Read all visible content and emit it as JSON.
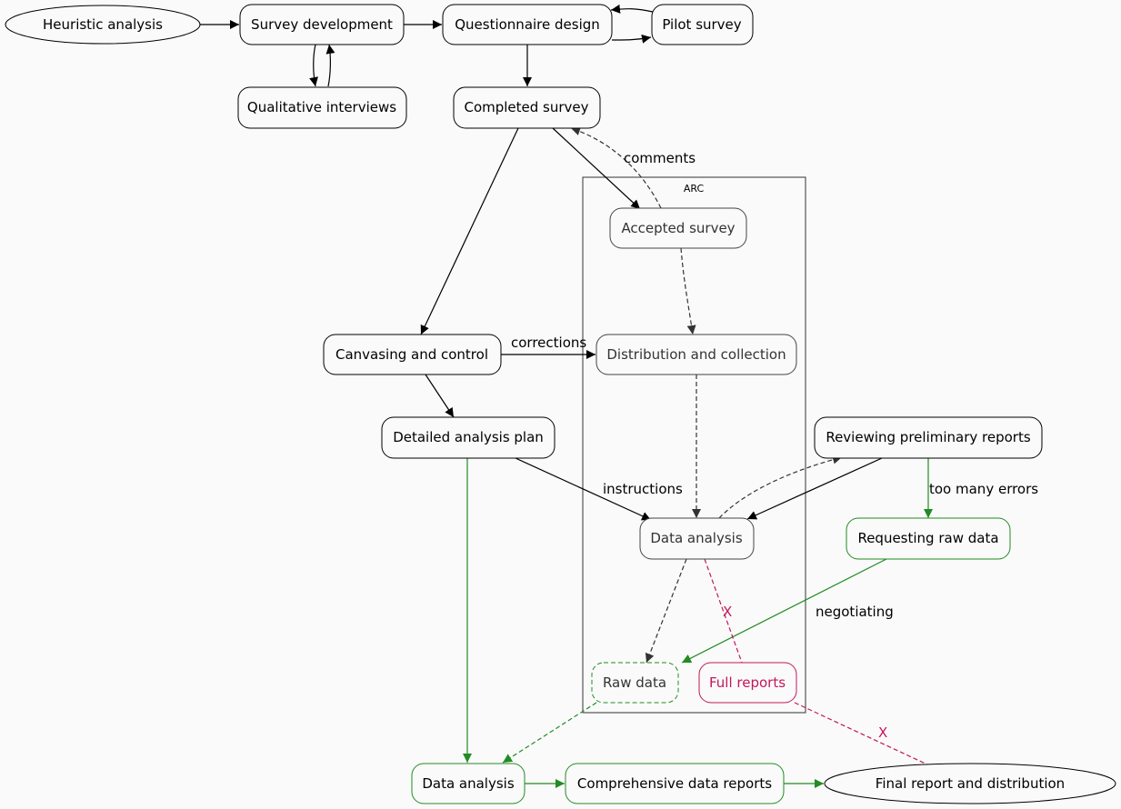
{
  "cluster": {
    "label": "ARC"
  },
  "nodes": {
    "heuristic": "Heuristic analysis",
    "survey_dev": "Survey development",
    "questionnaire": "Questionnaire design",
    "pilot": "Pilot survey",
    "qualitative": "Qualitative interviews",
    "completed": "Completed survey",
    "accepted": "Accepted survey",
    "canvasing": "Canvasing and control",
    "distribution": "Distribution and collection",
    "detailed_plan": "Detailed analysis plan",
    "reviewing": "Reviewing preliminary reports",
    "data_analysis_arc": "Data analysis",
    "requesting": "Requesting raw data",
    "raw_data": "Raw data",
    "full_reports": "Full reports",
    "data_analysis": "Data analysis",
    "comprehensive": "Comprehensive data reports",
    "final_report": "Final report and distribution"
  },
  "edge_labels": {
    "comments": "comments",
    "corrections": "corrections",
    "instructions": "instructions",
    "too_many_errors": "too many errors",
    "negotiating": "negotiating",
    "x_upper": "X",
    "x_lower": "X"
  }
}
